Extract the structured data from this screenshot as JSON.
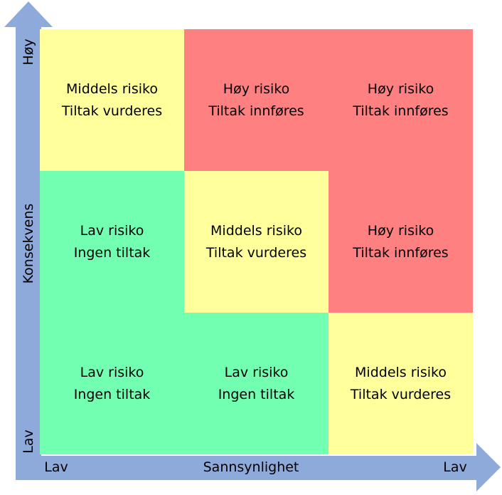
{
  "colors": {
    "low": "#73ffb1",
    "medium": "#ffff9c",
    "high": "#ff8080",
    "arrow": "#8eaadb"
  },
  "y_axis": {
    "title": "Konsekvens",
    "top_label": "Høy",
    "bottom_label": "Lav"
  },
  "x_axis": {
    "title": "Sannsynlighet",
    "left_label": "Lav",
    "right_label": "Lav"
  },
  "matrix": [
    [
      {
        "level": "medium",
        "risk": "Middels risiko",
        "action": "Tiltak vurderes"
      },
      {
        "level": "high",
        "risk": "Høy risiko",
        "action": "Tiltak innføres"
      },
      {
        "level": "high",
        "risk": "Høy risiko",
        "action": "Tiltak innføres"
      }
    ],
    [
      {
        "level": "low",
        "risk": "Lav risiko",
        "action": "Ingen tiltak"
      },
      {
        "level": "medium",
        "risk": "Middels risiko",
        "action": "Tiltak vurderes"
      },
      {
        "level": "high",
        "risk": "Høy risiko",
        "action": "Tiltak innføres"
      }
    ],
    [
      {
        "level": "low",
        "risk": "Lav risiko",
        "action": "Ingen tiltak"
      },
      {
        "level": "low",
        "risk": "Lav risiko",
        "action": "Ingen tiltak"
      },
      {
        "level": "medium",
        "risk": "Middels risiko",
        "action": "Tiltak vurderes"
      }
    ]
  ]
}
